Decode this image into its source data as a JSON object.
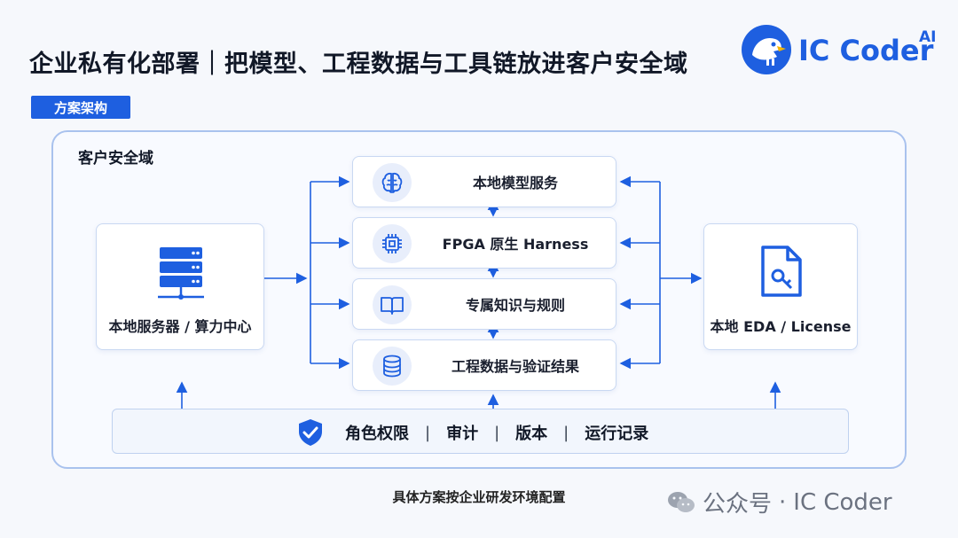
{
  "title": "企业私有化部署｜把模型、工程数据与工具链放进客户安全域",
  "logo": {
    "text": "IC Coder",
    "sup": "AI"
  },
  "tag": "方案架构",
  "domain_label": "客户安全域",
  "left_node": {
    "label": "本地服务器 / 算力中心",
    "icon": "server-rack-icon"
  },
  "right_node": {
    "label": "本地 EDA / License",
    "icon": "license-file-icon"
  },
  "services": [
    {
      "label": "本地模型服务",
      "icon": "brain-icon"
    },
    {
      "label": "FPGA 原生 Harness",
      "icon": "chip-icon"
    },
    {
      "label": "专属知识与规则",
      "icon": "book-icon"
    },
    {
      "label": "工程数据与验证结果",
      "icon": "database-icon"
    }
  ],
  "governance": {
    "icon": "shield-check-icon",
    "items": [
      "角色权限",
      "审计",
      "版本",
      "运行记录"
    ]
  },
  "footnote": "具体方案按企业研发环境配置",
  "watermark": {
    "prefix": "公众号",
    "name": "IC Coder"
  },
  "colors": {
    "accent": "#1e5fe0",
    "border": "#a9c2ee"
  }
}
